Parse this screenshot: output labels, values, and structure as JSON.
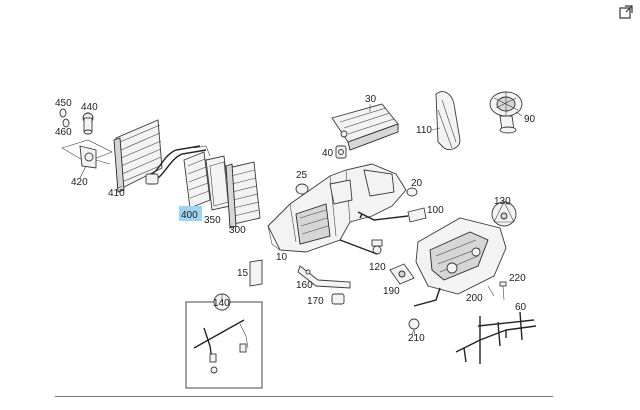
{
  "labels": {
    "p450": "450",
    "p440": "440",
    "p460": "460",
    "p420": "420",
    "p410": "410",
    "p400": "400",
    "p350": "350",
    "p300": "300",
    "p30": "30",
    "p40": "40",
    "p110": "110",
    "p90": "90",
    "p25": "25",
    "p20": "20",
    "p100": "100",
    "p130": "130",
    "p10": "10",
    "p120": "120",
    "p15": "15",
    "p160": "160",
    "p190": "190",
    "p170": "170",
    "p140": "140",
    "p200": "200",
    "p220": "220",
    "p60": "60",
    "p210": "210"
  },
  "highlighted_part": "400",
  "colors": {
    "highlight": "#9fd3ef",
    "line": "#3a3a3a"
  },
  "icons": {
    "corner": "external-window-icon"
  }
}
